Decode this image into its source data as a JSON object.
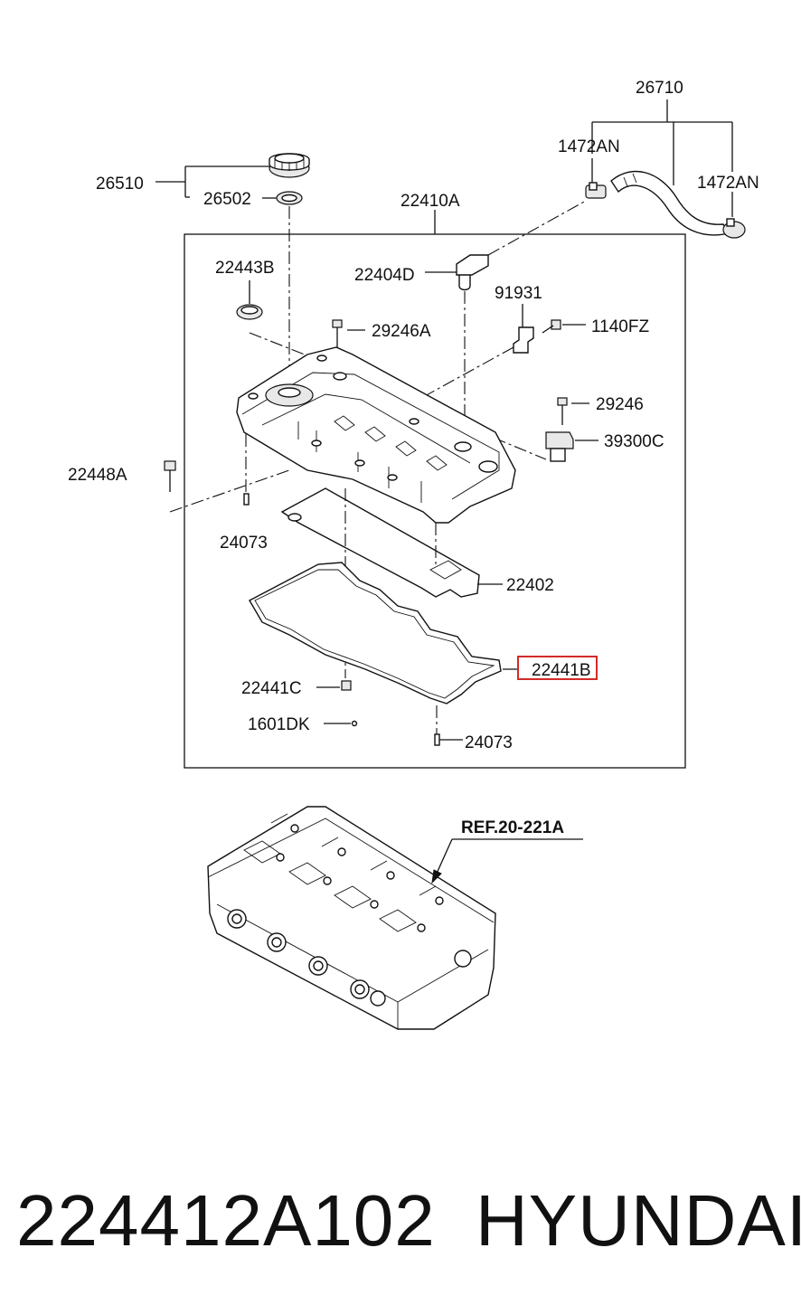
{
  "diagram": {
    "labels": {
      "l26710": "26710",
      "l1472AN_a": "1472AN",
      "l1472AN_b": "1472AN",
      "l26510": "26510",
      "l26502": "26502",
      "l22410A": "22410A",
      "l22443B": "22443B",
      "l22404D": "22404D",
      "l91931": "91931",
      "l29246A": "29246A",
      "l1140FZ": "1140FZ",
      "l29246": "29246",
      "l39300C": "39300C",
      "l22448A": "22448A",
      "l24073_a": "24073",
      "l22402": "22402",
      "l22441B": "22441B",
      "l22441C": "22441C",
      "l1601DK": "1601DK",
      "l24073_b": "24073",
      "ref": "REF.20-221A"
    },
    "highlight_color": "#d42a2a"
  },
  "footer": {
    "part_number": "224412A102",
    "brand": "HYUNDAI"
  }
}
